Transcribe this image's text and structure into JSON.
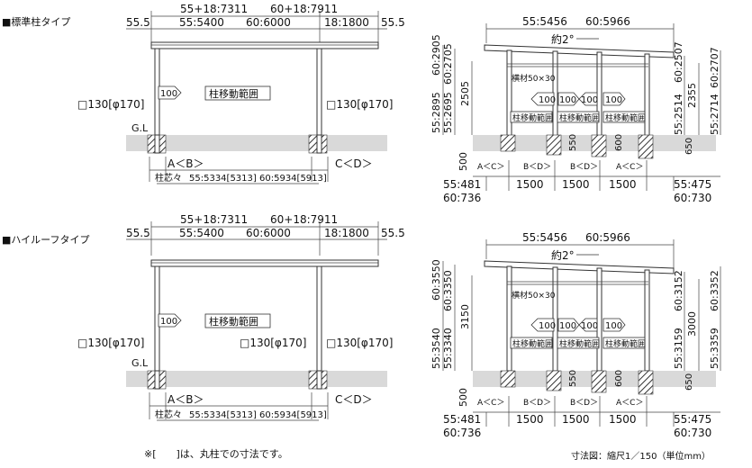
{
  "sections": [
    {
      "heading": "■標準柱タイプ",
      "left": {
        "overall_left": "55+18:7311",
        "overall_right": "60+18:7911",
        "end_left": "55.5",
        "end_right": "55.5",
        "span_a": "55:5400",
        "span_b": "60:6000",
        "span_c": "18:1800",
        "arrow_label": "100",
        "range_label": "柱移動範囲",
        "post_left": "□130[φ170]",
        "post_right": "□130[φ170]",
        "gl": "G.L",
        "ab": "A＜B＞",
        "cd": "C＜D＞",
        "core_label": "柱芯々",
        "core_a": "55:5334[5313]",
        "core_b": "60:5934[5913]"
      },
      "right": {
        "top_a": "55:5456",
        "top_b": "60:5966",
        "slope": "約2°",
        "beam": "横材50×30",
        "arrows": [
          "100",
          "100",
          "100",
          "100"
        ],
        "range_labels": [
          "柱移動範囲",
          "柱移動範囲",
          "柱移動範囲"
        ],
        "left_dims": [
          "60:2905",
          "60:2705",
          "55:2895",
          "55:2695",
          "2505"
        ],
        "right_dims": [
          "60:2507",
          "60:2707",
          "2355",
          "55:2514",
          "55:2714"
        ],
        "foundation": "500",
        "foundation_mid": [
          "550",
          "600"
        ],
        "foundation_right": "650",
        "bottom_labels": [
          "A＜C＞",
          "B＜D＞",
          "B＜D＞",
          "A＜C＞"
        ],
        "spacings": [
          "1500",
          "1500",
          "1500"
        ],
        "left_end": [
          "55:481",
          "60:736"
        ],
        "right_end": [
          "55:475",
          "60:730"
        ]
      }
    },
    {
      "heading": "■ハイルーフタイプ",
      "left": {
        "overall_left": "55+18:7311",
        "overall_right": "60+18:7911",
        "end_left": "55.5",
        "end_right": "55.5",
        "span_a": "55:5400",
        "span_b": "60:6000",
        "span_c": "18:1800",
        "arrow_label": "100",
        "range_label": "柱移動範囲",
        "post_left": "□130[φ170]",
        "post_mid": "□130[φ170]",
        "post_right": "□130[φ170]",
        "gl": "G.L",
        "ab": "A＜B＞",
        "cd": "C＜D＞",
        "core_label": "柱芯々",
        "core_a": "55:5334[5313]",
        "core_b": "60:5934[5913]"
      },
      "right": {
        "top_a": "55:5456",
        "top_b": "60:5966",
        "slope": "約2°",
        "beam": "横材50×30",
        "arrows": [
          "100",
          "100",
          "100",
          "100"
        ],
        "range_labels": [
          "柱移動範囲",
          "柱移動範囲",
          "柱移動範囲"
        ],
        "left_dims": [
          "60:3550",
          "60:3350",
          "55:3540",
          "55:3340",
          "3150"
        ],
        "right_dims": [
          "60:3152",
          "60:3352",
          "3000",
          "55:3159",
          "55:3359"
        ],
        "foundation": "500",
        "foundation_mid": [
          "550",
          "600"
        ],
        "foundation_right": "650",
        "bottom_labels": [
          "A＜C＞",
          "B＜D＞",
          "B＜D＞",
          "A＜C＞"
        ],
        "spacings": [
          "1500",
          "1500",
          "1500"
        ],
        "left_end": [
          "55:481",
          "60:736"
        ],
        "right_end": [
          "55:475",
          "60:730"
        ]
      }
    }
  ],
  "footnote": "※[　　]は、丸柱での寸法です。",
  "scale_note": "寸法図：縮尺1／150（単位mm）"
}
